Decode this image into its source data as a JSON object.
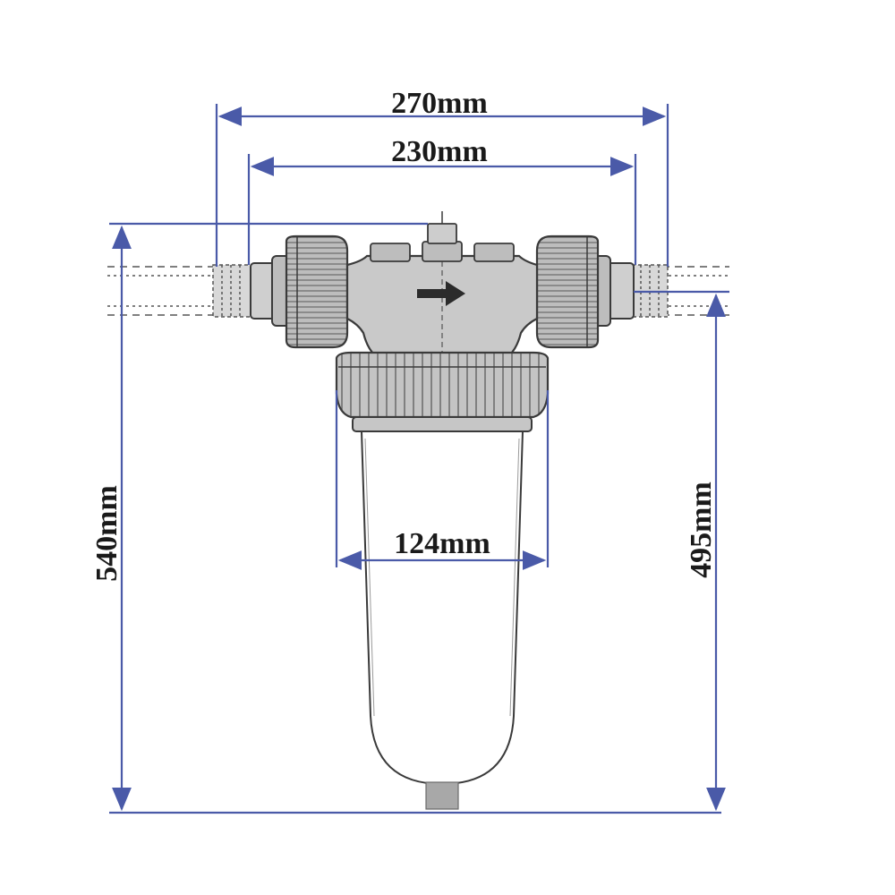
{
  "diagram": {
    "colors": {
      "dimension_line": "#4a5aa8",
      "body_fill": "#c9c9c9",
      "body_dark": "#9c9c9c",
      "outline": "#3a3a3a",
      "flow_arrow": "#2b2b2b",
      "background": "#ffffff"
    },
    "dimensions": {
      "overall_width": "270mm",
      "connection_width": "230mm",
      "bowl_diameter": "124mm",
      "total_height": "540mm",
      "height_below_inlet": "495mm"
    },
    "flow_direction": "right"
  }
}
